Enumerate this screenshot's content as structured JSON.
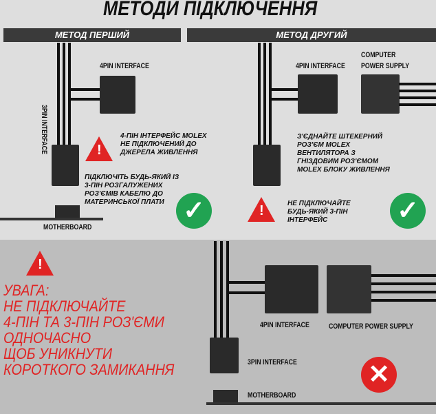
{
  "title": "МЕТОДИ ПІДКЛЮЧЕННЯ",
  "method1": {
    "header": "МЕТОД ПЕРШИЙ",
    "label_4pin": "4PIN INTERFACE",
    "label_3pin": "3PIN INTERFACE",
    "label_mb": "MOTHERBOARD",
    "warning_text": [
      "4-ПІН ІНТЕРФЕЙС MOLEX",
      "НЕ ПІДКЛЮЧЕНИЙ ДО",
      "ДЖЕРЕЛА ЖИВЛЕННЯ"
    ],
    "instruction_text": [
      "ПІДКЛЮЧІТЬ БУДЬ-ЯКИЙ ІЗ",
      "3-ПІН РОЗГАЛУЖЕНИХ",
      "РОЗ'ЄМІВ КАБЕЛЮ ДО",
      "МАТЕРИНСЬКОЇ ПЛАТИ"
    ]
  },
  "method2": {
    "header": "МЕТОД ДРУГИЙ",
    "label_4pin": "4PIN INTERFACE",
    "label_psu": [
      "COMPUTER",
      "POWER SUPPLY"
    ],
    "instruction_text": [
      "З'ЄДНАЙТЕ ШТЕКЕРНИЙ",
      "РОЗ'ЄМ MOLEX",
      "ВЕНТИЛЯТОРА З",
      "ГНІЗДОВИМ РОЗ'ЄМОМ",
      "MOLEX БЛОКУ ЖИВЛЕННЯ"
    ],
    "warning_text": [
      "НЕ ПІДКЛЮЧАЙТЕ",
      "БУДЬ-ЯКИЙ 3-ПІН",
      "ІНТЕРФЕЙС"
    ]
  },
  "caution": {
    "lines": [
      "УВАГА:",
      "НЕ ПІДКЛЮЧАЙТЕ",
      "4-ПІН ТА 3-ПІН РОЗ'ЄМИ",
      "ОДНОЧАСНО",
      "ЩОБ УНИКНУТИ",
      "КОРОТКОГО ЗАМИКАННЯ"
    ],
    "label_4pin": "4PIN INTERFACE",
    "label_psu": "COMPUTER POWER SUPPLY",
    "label_3pin": "3PIN INTERFACE",
    "label_mb": "MOTHERBOARD"
  },
  "colors": {
    "red": "#e02424",
    "green": "#21a352",
    "dark": "#3a3a3a"
  }
}
